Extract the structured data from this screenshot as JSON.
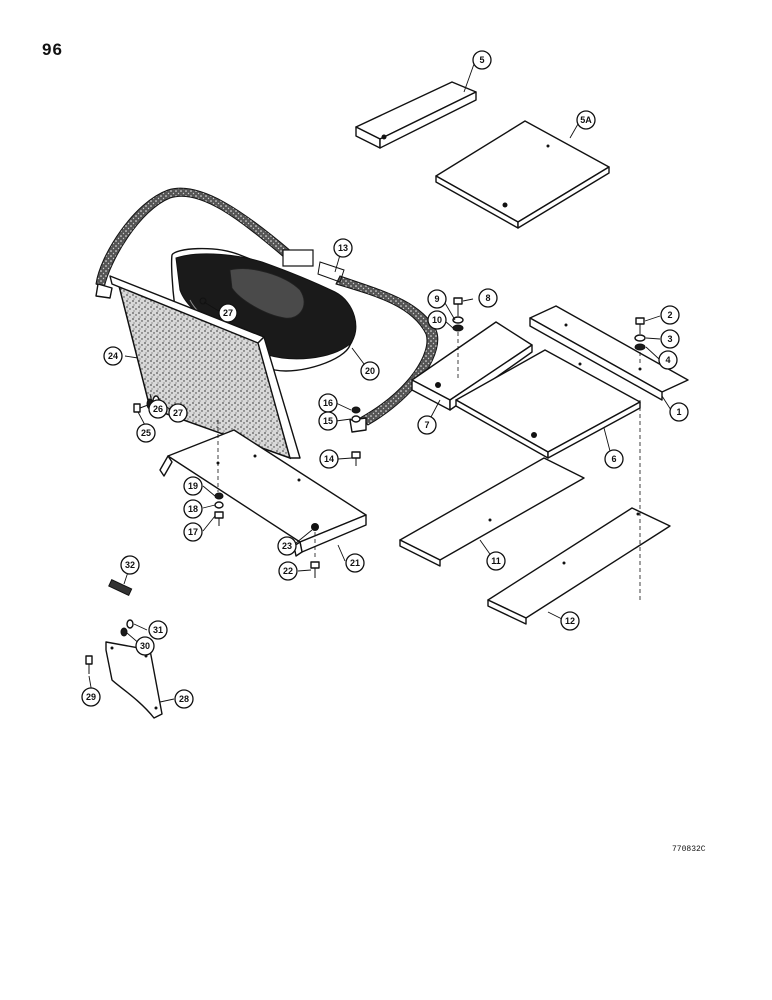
{
  "page_number": "96",
  "figure_code": "770832C",
  "callouts": [
    {
      "label": "5"
    },
    {
      "label": "5A"
    },
    {
      "label": "13"
    },
    {
      "label": "27"
    },
    {
      "label": "9"
    },
    {
      "label": "8"
    },
    {
      "label": "10"
    },
    {
      "label": "2"
    },
    {
      "label": "3"
    },
    {
      "label": "4"
    },
    {
      "label": "24"
    },
    {
      "label": "20"
    },
    {
      "label": "26"
    },
    {
      "label": "27"
    },
    {
      "label": "25"
    },
    {
      "label": "16"
    },
    {
      "label": "15"
    },
    {
      "label": "7"
    },
    {
      "label": "1"
    },
    {
      "label": "6"
    },
    {
      "label": "14"
    },
    {
      "label": "19"
    },
    {
      "label": "18"
    },
    {
      "label": "17"
    },
    {
      "label": "23"
    },
    {
      "label": "21"
    },
    {
      "label": "22"
    },
    {
      "label": "11"
    },
    {
      "label": "12"
    },
    {
      "label": "32"
    },
    {
      "label": "31"
    },
    {
      "label": "30"
    },
    {
      "label": "29"
    },
    {
      "label": "28"
    }
  ]
}
